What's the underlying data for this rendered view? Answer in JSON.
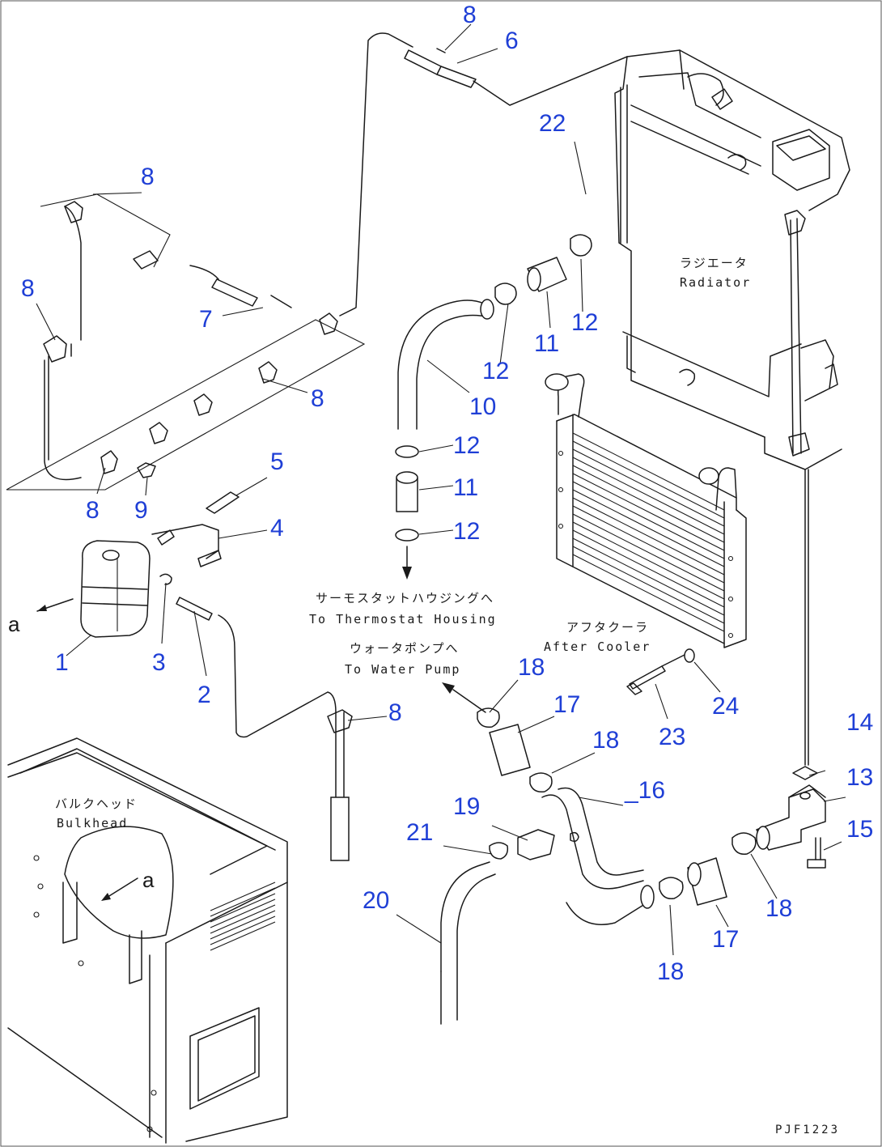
{
  "callouts": {
    "c1": "1",
    "c2": "2",
    "c3": "3",
    "c4": "4",
    "c5": "5",
    "c6": "6",
    "c7": "7",
    "c8a": "8",
    "c8b": "8",
    "c8c": "8",
    "c8d": "8",
    "c8e": "8",
    "c8f": "8",
    "c9": "9",
    "c10": "10",
    "c11a": "11",
    "c11b": "11",
    "c12a": "12",
    "c12b": "12",
    "c12c": "12",
    "c12d": "12",
    "c13": "13",
    "c14": "14",
    "c15": "15",
    "c16": "_16",
    "c17a": "17",
    "c17b": "17",
    "c18a": "18",
    "c18b": "18",
    "c18c": "18",
    "c18d": "18",
    "c19": "19",
    "c20": "20",
    "c21": "21",
    "c22": "22",
    "c23": "23",
    "c24": "24"
  },
  "annotations": {
    "radiator_jp": "ラジエータ",
    "radiator_en": "Radiator",
    "thermostat_jp": "サーモスタットハウジングへ",
    "thermostat_en": "To Thermostat Housing",
    "water_pump_jp": "ウォータポンプへ",
    "water_pump_en": "To Water Pump",
    "aftercooler_jp": "アフタクーラ",
    "aftercooler_en": "After Cooler",
    "bulkhead_jp": "バルクヘッド",
    "bulkhead_en": "Bulkhead",
    "view_a_1": "a",
    "view_a_2": "a"
  },
  "drawing_code": "PJF1223",
  "colors": {
    "callout": "#1f3fd6",
    "line": "#1a1a1a"
  }
}
